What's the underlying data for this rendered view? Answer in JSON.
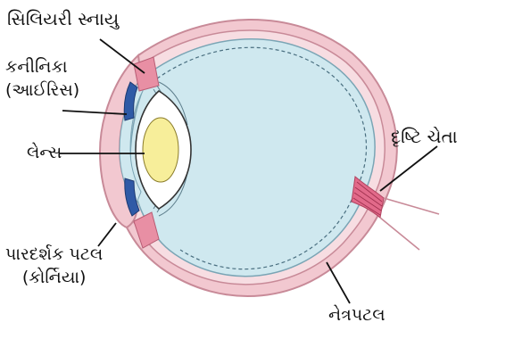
{
  "labels": {
    "ciliary_muscle": "સિલિયરી સ્નાયુ",
    "iris_line1": "કનીનિકા",
    "iris_line2": "(આઈરિસ)",
    "lens": "લેન્સ",
    "optic_nerve": "દૃષ્ટિ ચેતા",
    "cornea_line1": "પારદર્શક પટલ",
    "cornea_line2": "(કોર્નિયા)",
    "retina": "નેત્રપટલ"
  },
  "colors": {
    "sclera": "#f2c8d0",
    "sclera_stroke": "#c88a98",
    "vitreous": "#cfe8ef",
    "iris": "#2f5aa6",
    "lens_outer": "#ffffff",
    "lens_core": "#f7ee9a",
    "ciliary": "#e88fa4",
    "optic_nerve": "#e26a8a"
  }
}
